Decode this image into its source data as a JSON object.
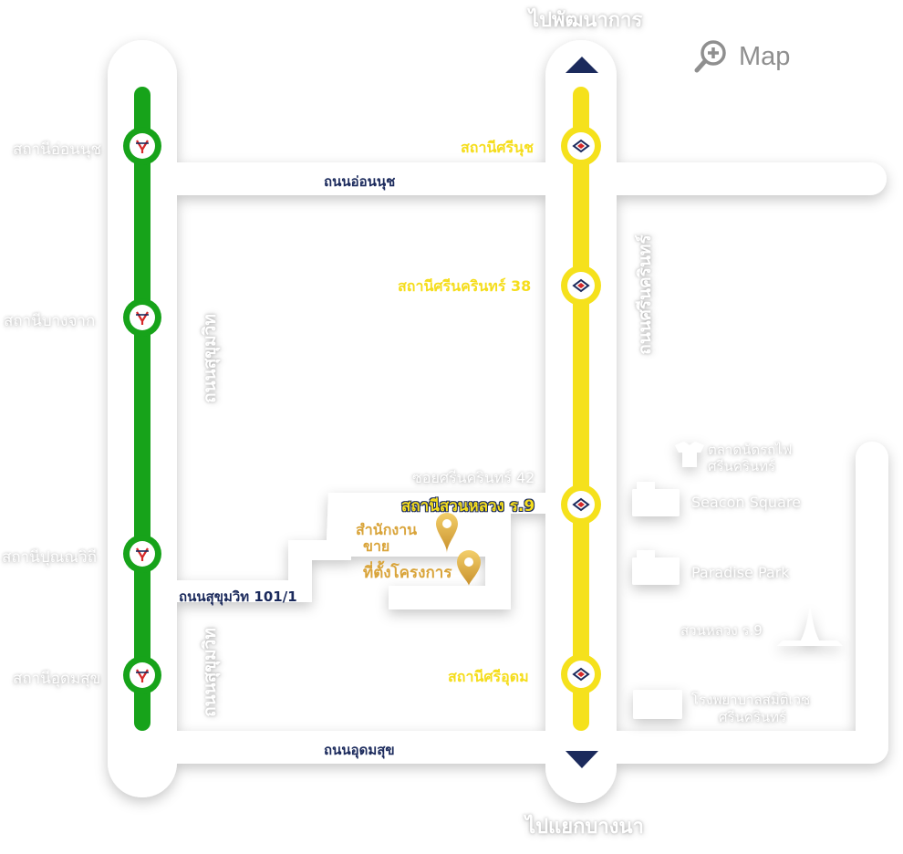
{
  "directions": {
    "north": "ไปพัฒนาการ",
    "south": "ไปแยกบางนา"
  },
  "map_button": {
    "label": "Map",
    "icon": "zoom-in-icon"
  },
  "roads": {
    "onnut": "ถนนอ่อนนุช",
    "udomsuk": "ถนนอุดมสุข",
    "sukhumvit_upper": "ถนนสุขุมวิท",
    "sukhumvit_lower": "ถนนสุขุมวิท",
    "srinakarin": "ถนนศรีนครินทร์",
    "sukhumvit_101_1": "ถนนสุขุมวิท 101/1",
    "soi_srinakarin_42": "ซอยศรีนครินทร์ 42"
  },
  "bts_stations": [
    "สถานีอ่อนนุช",
    "สถานีบางจาก",
    "สถานีปุณณวิถี",
    "สถานีอุดมสุข"
  ],
  "yellow_stations": [
    "สถานีศรีนุช",
    "สถานีศรีนครินทร์ 38",
    "สถานีสวนหลวง ร.9",
    "สถานีศรีอุดม"
  ],
  "places": {
    "sales_office": [
      "สำนักงาน",
      "ขาย"
    ],
    "project_site": "ที่ตั้งโครงการ",
    "market": [
      "ตลาดนัดรถไฟ",
      "ศรีนครินทร์"
    ],
    "seacon": "Seacon Square",
    "paradise": "Paradise Park",
    "park": "สวนหลวง ร.9",
    "hospital": [
      "โรงพยาบาลสมิติเวช",
      "ศรีนครินทร์"
    ]
  },
  "colors": {
    "green_line": "#17a31a",
    "yellow_line": "#f5e11c",
    "road": "#ffffff",
    "navy": "#1b2a5c",
    "gold": "#d9a43a"
  }
}
